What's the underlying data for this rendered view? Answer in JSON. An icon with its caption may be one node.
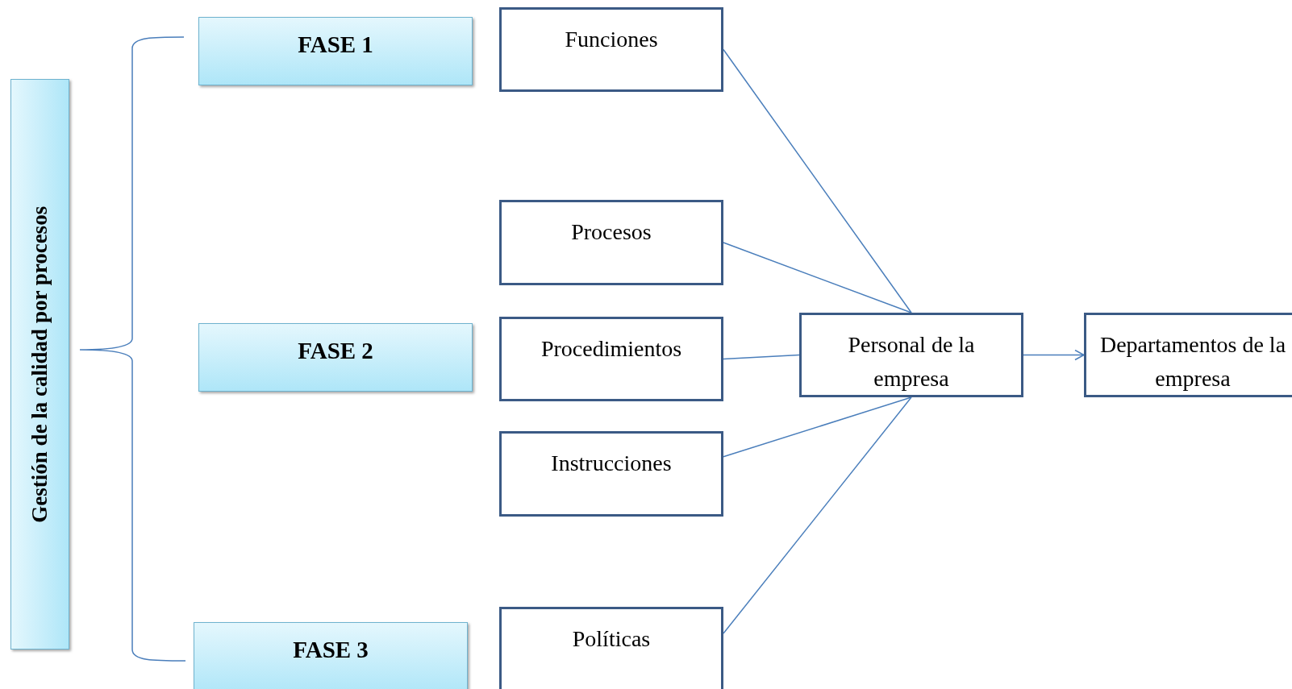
{
  "diagram": {
    "nodes": [
      {
        "text": [
          "Gestión de la calidad por procesos"
        ]
      },
      {
        "text": [
          "FASE 1"
        ]
      },
      {
        "text": [
          "FASE 2"
        ]
      },
      {
        "text": [
          "FASE 3"
        ]
      },
      {
        "text": [
          "Funciones"
        ]
      },
      {
        "text": [
          "Procesos"
        ]
      },
      {
        "text": [
          "Procedimientos"
        ]
      },
      {
        "text": [
          "Instrucciones"
        ]
      },
      {
        "text": [
          "Políticas"
        ]
      },
      {
        "text": [
          "Personal de la empresa"
        ]
      },
      {
        "text": [
          "Departamentos de la empresa"
        ]
      }
    ],
    "edges": [
      {
        "from": 4,
        "to": 9,
        "arrow": "none"
      },
      {
        "from": 5,
        "to": 9,
        "arrow": "none"
      },
      {
        "from": 6,
        "to": 9,
        "arrow": "none"
      },
      {
        "from": 7,
        "to": 9,
        "arrow": "none"
      },
      {
        "from": 8,
        "to": 9,
        "arrow": "none"
      },
      {
        "from": 9,
        "to": 10,
        "arrow": "to"
      }
    ]
  }
}
